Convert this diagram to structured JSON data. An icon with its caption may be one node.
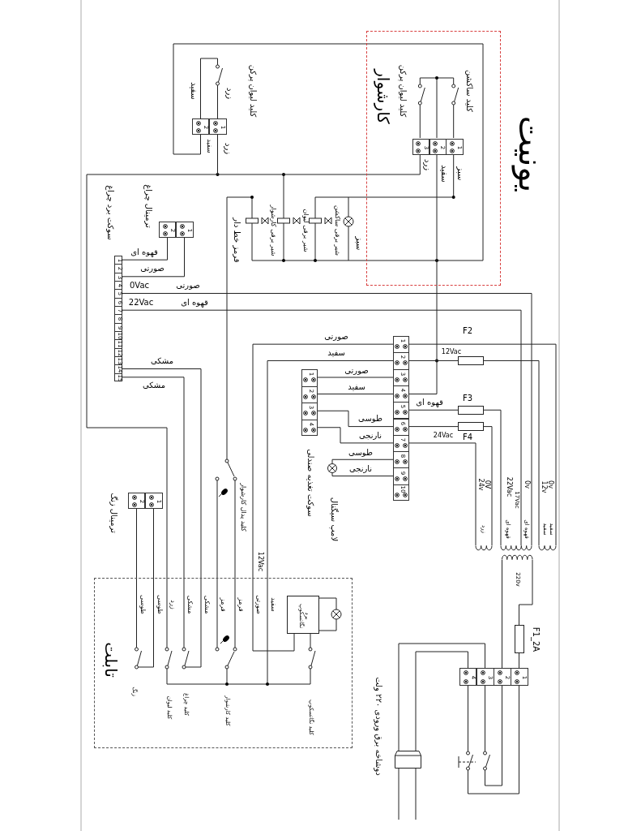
{
  "diagram": {
    "title": "یونیت",
    "nodes": [
      {
        "text": [
          "کارشوار"
        ]
      },
      {
        "text": [
          "1",
          "2",
          "3"
        ],
        "in": 0
      },
      {
        "text": [
          "1",
          "2"
        ]
      },
      {
        "text": [
          "1",
          "2"
        ],
        "beside": [
          "ترمینال چراغ"
        ]
      },
      {
        "text": [
          "1",
          "2",
          "3",
          "4",
          "5",
          "6",
          "7",
          "8",
          "9",
          "10",
          "11",
          "12",
          "13",
          "14",
          "15"
        ],
        "beside": [
          "سوکت برد چراغ"
        ]
      },
      {
        "text": [
          "1",
          "2",
          "3",
          "4",
          "5",
          "6",
          "7",
          "8",
          "9",
          "10"
        ]
      },
      {
        "text": [
          "1",
          "2",
          "3",
          "4"
        ],
        "beside": [
          "سوکت تغذیه صندلی"
        ]
      },
      {
        "text": [],
        "shape": "circle",
        "beside": [
          "لامپ سیگنال"
        ]
      },
      {
        "text": [],
        "shape": "box",
        "beside": [
          "F2"
        ]
      },
      {
        "text": [],
        "shape": "box",
        "beside": [
          "F3"
        ]
      },
      {
        "text": [],
        "shape": "box",
        "beside": [
          "F4"
        ]
      },
      {
        "text": [
          "1",
          "2"
        ],
        "beside": [
          "ترمینال زنگ"
        ]
      },
      {
        "text": [
          "تابلت"
        ]
      },
      {
        "text": [
          "برد نگاتسکوپ"
        ],
        "in": 12
      },
      {
        "text": [
          "1",
          "2",
          "3",
          "4"
        ]
      },
      {
        "text": [],
        "shape": "box",
        "beside": [
          "F1_2A"
        ]
      },
      {
        "text": [],
        "shape": "picture",
        "beside": [
          "دوشاخه برق ورودی ۲۲۰ ولت"
        ]
      },
      {
        "text": [],
        "shape": "picture"
      }
    ],
    "edges": [
      {
        "from": 6,
        "to": 5,
        "arrow": "none",
        "label": "صورتی"
      },
      {
        "from": 6,
        "to": 5,
        "arrow": "none",
        "label": "سفید"
      },
      {
        "from": 6,
        "to": 5,
        "arrow": "none",
        "label": "طوسی"
      },
      {
        "from": 6,
        "to": 5,
        "arrow": "none",
        "label": "نارنجی"
      },
      {
        "from": 5,
        "to": 7,
        "arrow": "none",
        "label": "طوسی"
      },
      {
        "from": 5,
        "to": 7,
        "arrow": "none",
        "label": "نارنجی"
      },
      {
        "from": 5,
        "to": 8,
        "arrow": "none"
      },
      {
        "from": 5,
        "to": 9,
        "arrow": "none",
        "label": "قهوه ای"
      },
      {
        "from": 5,
        "to": 10,
        "arrow": "none"
      },
      {
        "from": 4,
        "to": 3,
        "arrow": "none",
        "label": "قهوه ای"
      },
      {
        "from": 4,
        "to": 3,
        "arrow": "none",
        "label": "صورتی"
      },
      {
        "from": 4,
        "to": 17,
        "arrow": "none",
        "label": "0Vac"
      },
      {
        "from": 4,
        "to": 17,
        "arrow": "none",
        "label": "22Vac"
      },
      {
        "from": 4,
        "to": 12,
        "arrow": "none",
        "label": "مشکی"
      },
      {
        "from": 4,
        "to": 12,
        "arrow": "none",
        "label": "مشکی"
      },
      {
        "from": 11,
        "to": 12,
        "arrow": "none"
      },
      {
        "from": 11,
        "to": 12,
        "arrow": "none"
      },
      {
        "from": 12,
        "to": 5,
        "arrow": "none",
        "label": "صورتی"
      },
      {
        "from": 12,
        "to": 5,
        "arrow": "none",
        "label": "سفید"
      },
      {
        "from": 16,
        "to": 14,
        "arrow": "none"
      },
      {
        "from": 16,
        "to": 14,
        "arrow": "none"
      },
      {
        "from": 15,
        "to": 14,
        "arrow": "none"
      },
      {
        "from": 5,
        "to": 17,
        "arrow": "none"
      },
      {
        "from": 8,
        "to": 17,
        "arrow": "none"
      },
      {
        "from": 9,
        "to": 17,
        "arrow": "none"
      },
      {
        "from": 10,
        "to": 17,
        "arrow": "none"
      },
      {
        "from": 5,
        "to": 17,
        "arrow": "none"
      },
      {
        "from": 14,
        "to": 17,
        "arrow": "none"
      },
      {
        "from": 15,
        "to": 17,
        "arrow": "none"
      },
      {
        "from": 2,
        "to": 1,
        "arrow": "none"
      },
      {
        "from": 2,
        "to": 12,
        "arrow": "none"
      },
      {
        "from": 1,
        "to": 5,
        "arrow": "none"
      }
    ],
    "labels": [
      "کلید لیوان پرکن",
      "کلید ساکشن",
      "زرد",
      "سفید",
      "سبز",
      "کلید لیوان پرکن",
      "زرد",
      "سفید",
      "سفید",
      "زرد",
      "شیر برقی کارشوار",
      "شیر برقی لیوان",
      "شیر برقی ساکشن",
      "سبز",
      "قرمز خط دار",
      "صورتی",
      "قهوه ای",
      "12Vac",
      "24Vac",
      "کلید پدال کارشوار",
      "12Vac",
      "24v",
      "0V",
      "22Vac",
      "17Vac",
      "0v",
      "12v",
      "0v",
      "زرد",
      "قهوه ای",
      "قهوه ای",
      "سفید",
      "سفید",
      "220v",
      "طوسی",
      "طوسی",
      "زرد",
      "مشکی",
      "مشکی",
      "قرمز",
      "قرمز",
      "صورتی",
      "سفید",
      "زنگ",
      "کلید لیوان",
      "کلید چراغ",
      "کلید کارشوار",
      "کلید نگاتسکوپ"
    ]
  }
}
